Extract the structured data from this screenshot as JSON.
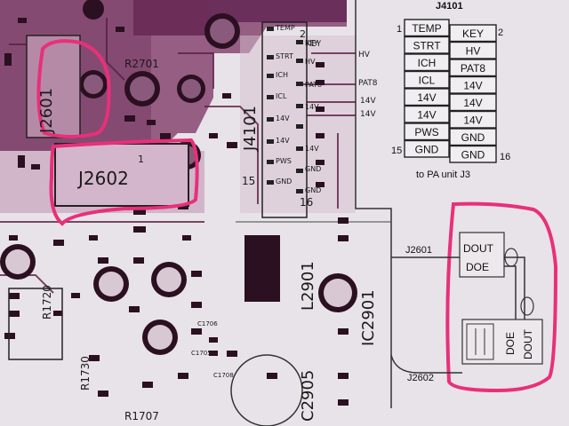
{
  "photo": {
    "board_labels": {
      "j2601": "J2601",
      "j2602": "J2602",
      "r2701": "R2701",
      "j4101": "J4101",
      "r1720": "R1720",
      "r1730": "R1730",
      "r1707": "R1707",
      "l2901": "L2901",
      "ic2901": "IC2901",
      "c2905": "C2905",
      "c1706": "C1706",
      "c1705": "C1705",
      "c1708": "C1708",
      "pin1": "1",
      "pin2": "2",
      "pin15": "15",
      "pin16": "16"
    },
    "j4101_left_pins": [
      "TEMP",
      "STRT",
      "ICH",
      "ICL",
      "14V",
      "14V",
      "PWS",
      "GND"
    ],
    "j4101_right_pins": [
      "KEY",
      "HV",
      "PAT8",
      "14V",
      "14V",
      "GND",
      "GND"
    ],
    "j4101_outside_labels": [
      "KEY",
      "HV",
      "PAT8",
      "14V",
      "14V"
    ]
  },
  "legend": {
    "title": "J4101",
    "pin1": "1",
    "pin2": "2",
    "pin15": "15",
    "pin16": "16",
    "left": [
      "TEMP",
      "STRT",
      "ICH",
      "ICL",
      "14V",
      "14V",
      "PWS",
      "GND"
    ],
    "right": [
      "KEY",
      "HV",
      "PAT8",
      "14V",
      "14V",
      "14V",
      "GND",
      "GND"
    ],
    "caption": "to PA unit J3"
  },
  "inset": {
    "j2601": "J2601",
    "j2602": "J2602",
    "top_box": [
      "DOUT",
      "DOE"
    ],
    "bottom_box": [
      "DOE",
      "DOUT"
    ]
  },
  "colors": {
    "marker": "#e8307a",
    "board": "#e6e0e6",
    "trace": "#5a1f43",
    "copper_dark": "#2a1021"
  }
}
